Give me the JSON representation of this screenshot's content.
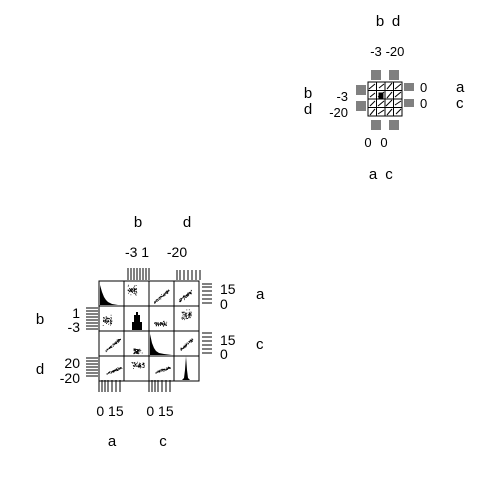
{
  "chart_data": [
    {
      "type": "scatter",
      "variables": [
        "a",
        "b",
        "c",
        "d"
      ],
      "tick_labels": {
        "top": {
          "b": "-3",
          "d": "-20"
        },
        "bottom": {
          "a": "0",
          "c": "0"
        },
        "left": {
          "b": "-3",
          "d": "-20"
        },
        "right": {
          "a": "0",
          "c": "0"
        }
      }
    },
    {
      "type": "scatter",
      "variables": [
        "a",
        "b",
        "c",
        "d"
      ],
      "tick_labels": {
        "top": {
          "b": "-3 1",
          "d": "-20"
        },
        "bottom": {
          "a": "0 15",
          "c": "0 15"
        },
        "left": {
          "b_high": "1",
          "b_low": "-3",
          "d_high": "20",
          "d_low": "-20"
        },
        "right": {
          "a_high": "15",
          "a_low": "0",
          "c_high": "15",
          "c_low": "0"
        }
      },
      "diagonal": [
        "a: right-skewed histogram",
        "b: symmetric histogram",
        "c: right-skewed histogram",
        "d: symmetric histogram"
      ]
    }
  ]
}
